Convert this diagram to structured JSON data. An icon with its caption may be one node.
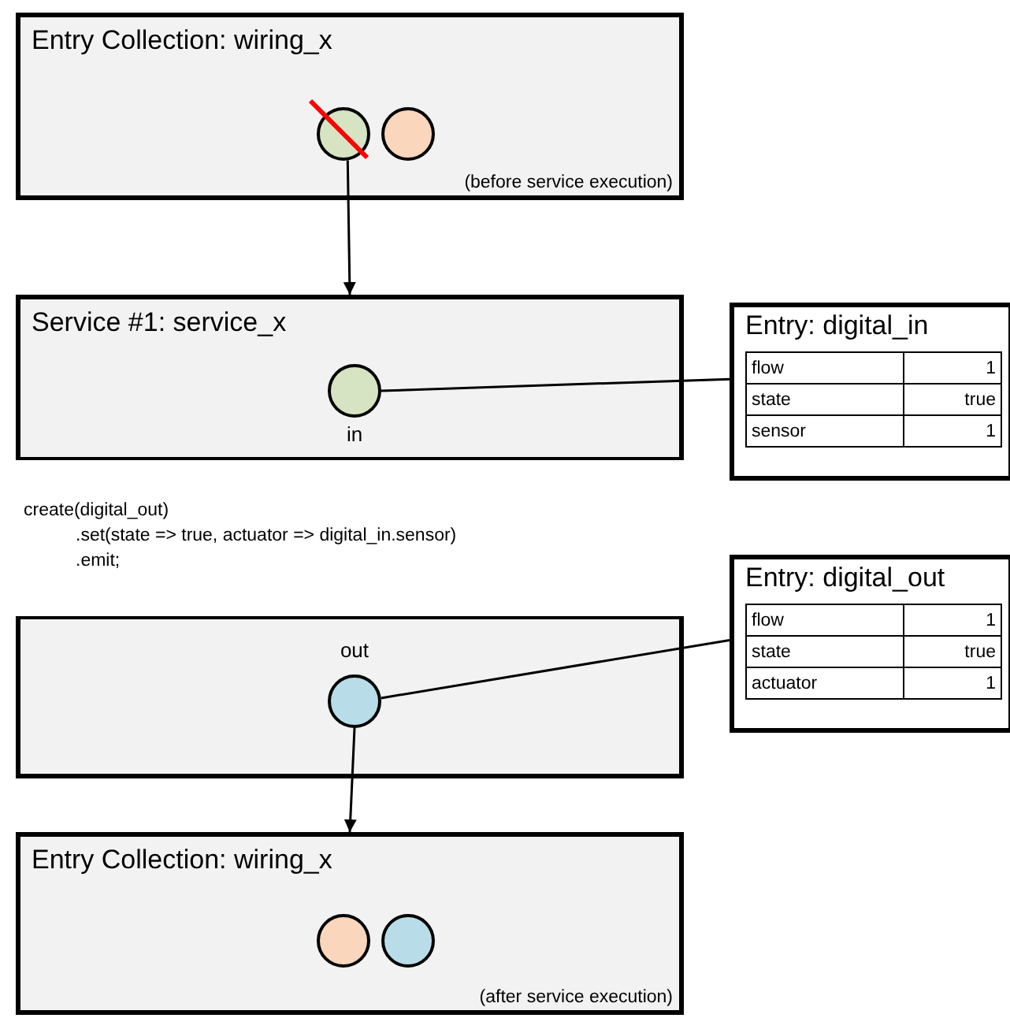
{
  "diagram": {
    "nodes": [
      {
        "text": [
          "Entry Collection: wiring_x",
          "(before service execution)"
        ]
      },
      {
        "text": [],
        "shape": "circle",
        "in": 0
      },
      {
        "text": [],
        "shape": "circle",
        "in": 0
      },
      {
        "text": [
          "Service #1: service_x"
        ]
      },
      {
        "text": [],
        "shape": "circle",
        "in": 3,
        "beside": [
          "in"
        ]
      },
      {
        "text": [
          "create(digital_out)",
          ".set(state => true, actuator => digital_in.sensor)",
          ".emit;"
        ],
        "in": 3
      },
      {
        "text": [],
        "shape": "circle",
        "in": 3,
        "beside": [
          "out"
        ]
      },
      {
        "text": [
          "Entry: digital_in",
          "flow",
          "1",
          "state",
          "true",
          "sensor",
          "1"
        ]
      },
      {
        "text": [
          "Entry: digital_out",
          "flow",
          "1",
          "state",
          "true",
          "actuator",
          "1"
        ]
      },
      {
        "text": [
          "Entry Collection: wiring_x",
          "(after service execution)"
        ]
      },
      {
        "text": [],
        "shape": "circle",
        "in": 9
      },
      {
        "text": [],
        "shape": "circle",
        "in": 9
      }
    ],
    "edges": [
      {
        "from": 1,
        "to": 3,
        "arrow": "to"
      },
      {
        "from": 4,
        "to": 7,
        "arrow": "none"
      },
      {
        "from": 6,
        "to": 8,
        "arrow": "none"
      },
      {
        "from": 6,
        "to": 9,
        "arrow": "to"
      }
    ]
  }
}
